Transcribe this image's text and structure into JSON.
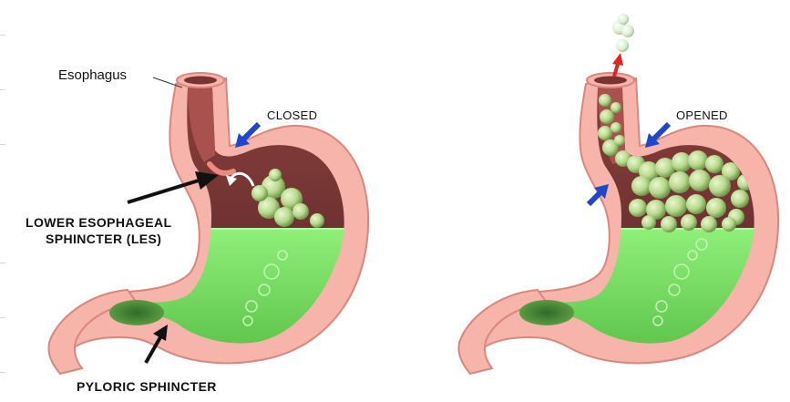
{
  "labels": {
    "esophagus": "Esophagus",
    "closed": "CLOSED",
    "opened": "OPENED",
    "les_line1": "LOWER ESOPHAGEAL",
    "les_line2": "SPHINCTER (LES)",
    "pyloric": "PYLORIC SPHINCTER"
  },
  "colors": {
    "stomach_wall": "#f6b4ab",
    "wall_outline": "#d9877d",
    "esophagus_lumen": "#a9514f",
    "gastric_fluid": "#7fe26a",
    "gas_space": "#7a3838",
    "bubble": "#b8d98c",
    "arrow_blue": "#1f47c9",
    "arrow_red": "#e02424",
    "arrow_black": "#111111"
  }
}
